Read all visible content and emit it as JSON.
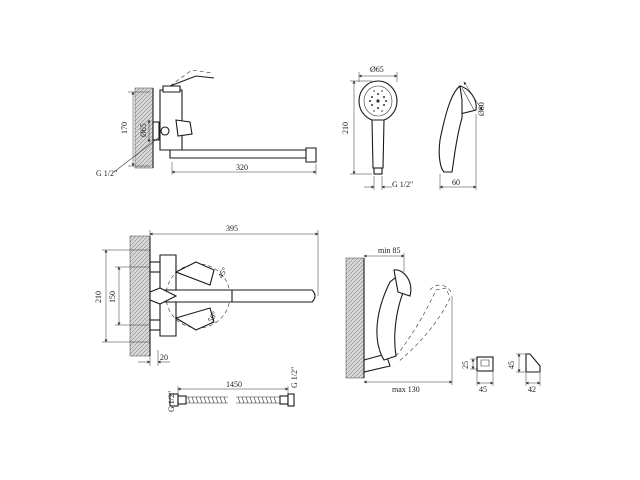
{
  "top_left_faucet": {
    "height_label": "170",
    "diameter_label": "Ø65",
    "thread_label": "G 1/2\"",
    "spout_length_label": "320"
  },
  "hand_shower_front": {
    "diameter_label": "Ø65",
    "height_label": "210",
    "thread_label": "G 1/2\""
  },
  "hand_shower_side": {
    "diameter_label": "Ø80",
    "depth_label": "60"
  },
  "main_faucet": {
    "length_label": "395",
    "height_outer_label": "210",
    "height_inner_label": "150",
    "angle_top_label": "45°",
    "angle_bottom_label": "50°",
    "offset_label": "20"
  },
  "hose": {
    "length_label": "1450",
    "thread_left_label": "G 1/2\"",
    "thread_right_label": "G 1/2\""
  },
  "mounted_shower": {
    "min_label": "min 85",
    "max_label": "max 130"
  },
  "holder_front": {
    "height_label": "25",
    "width_label": "45"
  },
  "holder_side": {
    "height_label": "45",
    "depth_label": "42"
  }
}
